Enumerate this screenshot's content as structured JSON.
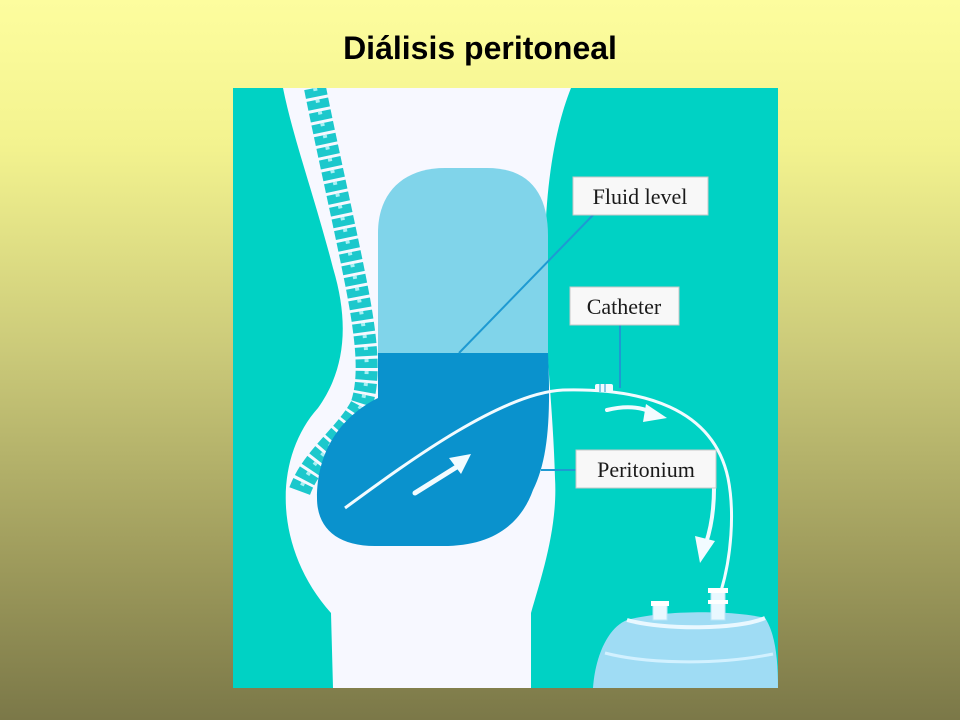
{
  "slide": {
    "title": "Diálisis peritoneal"
  },
  "diagram": {
    "labels": {
      "fluid_level": "Fluid level",
      "catheter": "Catheter",
      "peritonium": "Peritonium"
    },
    "colors": {
      "background": "#00d2c4",
      "body": "#f7f8ff",
      "spine": "#1cc8cc",
      "cavity_upper": "#80d4ea",
      "cavity_fluid": "#0a92cd",
      "leader_line": "#1e9ad2",
      "flow": "#f2fbff",
      "dialysate_bag": "#9fdcf4"
    }
  }
}
